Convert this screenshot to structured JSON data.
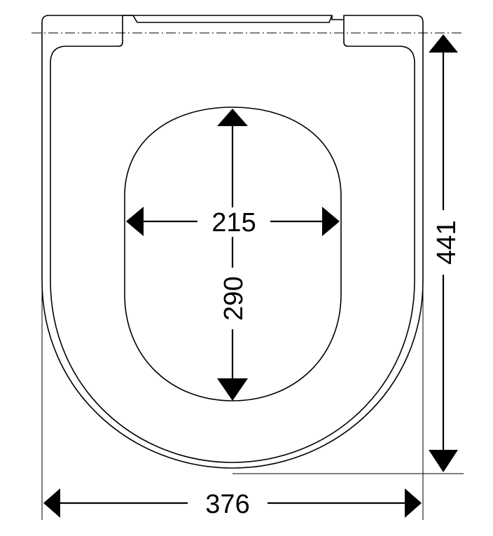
{
  "diagram": {
    "line_color": "#000000",
    "background": "#ffffff",
    "dimensions": {
      "overall_width": "376",
      "overall_length": "441",
      "opening_width": "215",
      "opening_length": "290"
    }
  }
}
